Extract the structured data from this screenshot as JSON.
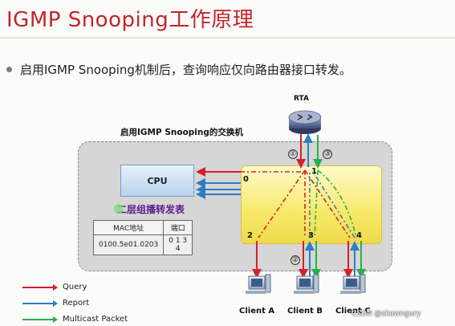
{
  "slide": {
    "title": "IGMP Snooping工作原理",
    "bullet": "启用IGMP Snooping机制后，查询响应仅向路由器接口转发。"
  },
  "diagram": {
    "switch_caption": "启用IGMP Snooping的交换机",
    "router_label": "RTA",
    "cpu_label": "CPU",
    "ports": {
      "p0": "0",
      "p1": "1",
      "p2": "2",
      "p3": "3",
      "p4": "4"
    },
    "steps": {
      "s1": "①",
      "s2": "②",
      "s3": "③"
    },
    "table": {
      "title": "二层组播转发表",
      "headers": [
        "MAC地址",
        "端口"
      ],
      "row": {
        "mac": "0100.5e01.0203",
        "ports_line1": "0 1 3",
        "ports_line2": "4"
      }
    },
    "clients": {
      "a": "Client A",
      "b": "Client B",
      "c": "Client C"
    }
  },
  "legend": {
    "query": "Query",
    "report": "Report",
    "multicast": "Multicast Packet"
  },
  "colors": {
    "query": "#d6202a",
    "report": "#2f7dc4",
    "multicast": "#25b04a",
    "title": "#c0262c"
  },
  "watermark": "CSDN @skawngury"
}
